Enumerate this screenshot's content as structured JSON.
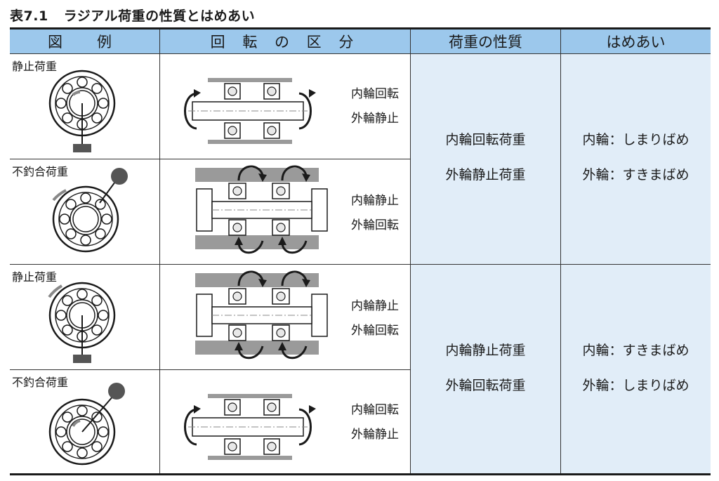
{
  "title": {
    "number": "表7.1",
    "text": "ラジアル荷重の性質とはめあい"
  },
  "headers": {
    "col1": "図　例",
    "col2": "回 転 の 区 分",
    "col3": "荷重の性質",
    "col4": "はめあい"
  },
  "rows": [
    {
      "load_label": "静止荷重",
      "rotation_lines": [
        "内輪回転",
        "外輪静止"
      ]
    },
    {
      "load_label": "不釣合荷重",
      "rotation_lines": [
        "内輪静止",
        "外輪回転"
      ]
    },
    {
      "load_label": "静止荷重",
      "rotation_lines": [
        "内輪静止",
        "外輪回転"
      ]
    },
    {
      "load_label": "不釣合荷重",
      "rotation_lines": [
        "内輪回転",
        "外輪静止"
      ]
    }
  ],
  "groups": [
    {
      "load_property": [
        "内輪回転荷重",
        "外輪静止荷重"
      ],
      "fit": [
        "内輪：しまりばめ",
        "外輪：すきまばめ"
      ]
    },
    {
      "load_property": [
        "内輪静止荷重",
        "外輪回転荷重"
      ],
      "fit": [
        "内輪：すきまばめ",
        "外輪：しまりばめ"
      ]
    }
  ],
  "colors": {
    "header_bg": "#9cc8ec",
    "cell_bg": "#e1edf8",
    "rule": "#1a1a1a",
    "gray": "#9a9a9a"
  }
}
